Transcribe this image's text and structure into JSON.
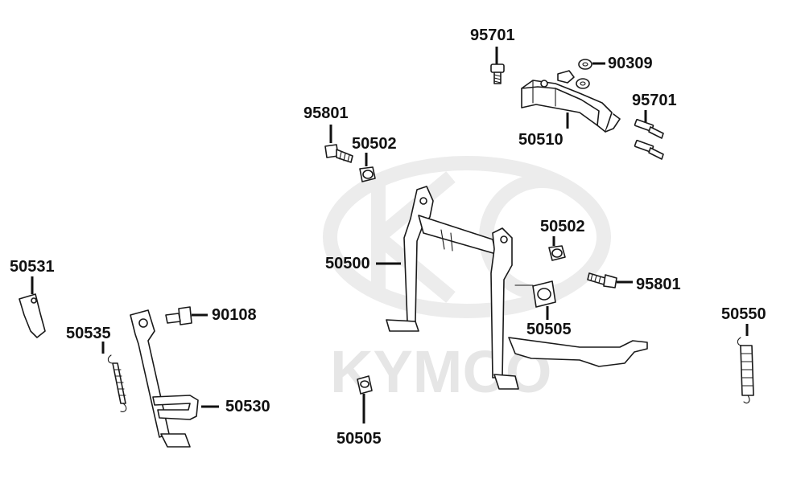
{
  "watermark": {
    "text": "KYMCO"
  },
  "labels": {
    "p95701_top": "95701",
    "p90309": "90309",
    "p95701_right": "95701",
    "p95801_left": "95801",
    "p50502_top": "50502",
    "p50510": "50510",
    "p50502_mid": "50502",
    "p50531": "50531",
    "p50500": "50500",
    "p95801_right": "95801",
    "p90108": "90108",
    "p50505_mid": "50505",
    "p50550": "50550",
    "p50535": "50535",
    "p50530": "50530",
    "p50505_bottom": "50505"
  },
  "colors": {
    "line": "#1a1a1a",
    "watermark": "#ececec",
    "label": "#111111"
  }
}
